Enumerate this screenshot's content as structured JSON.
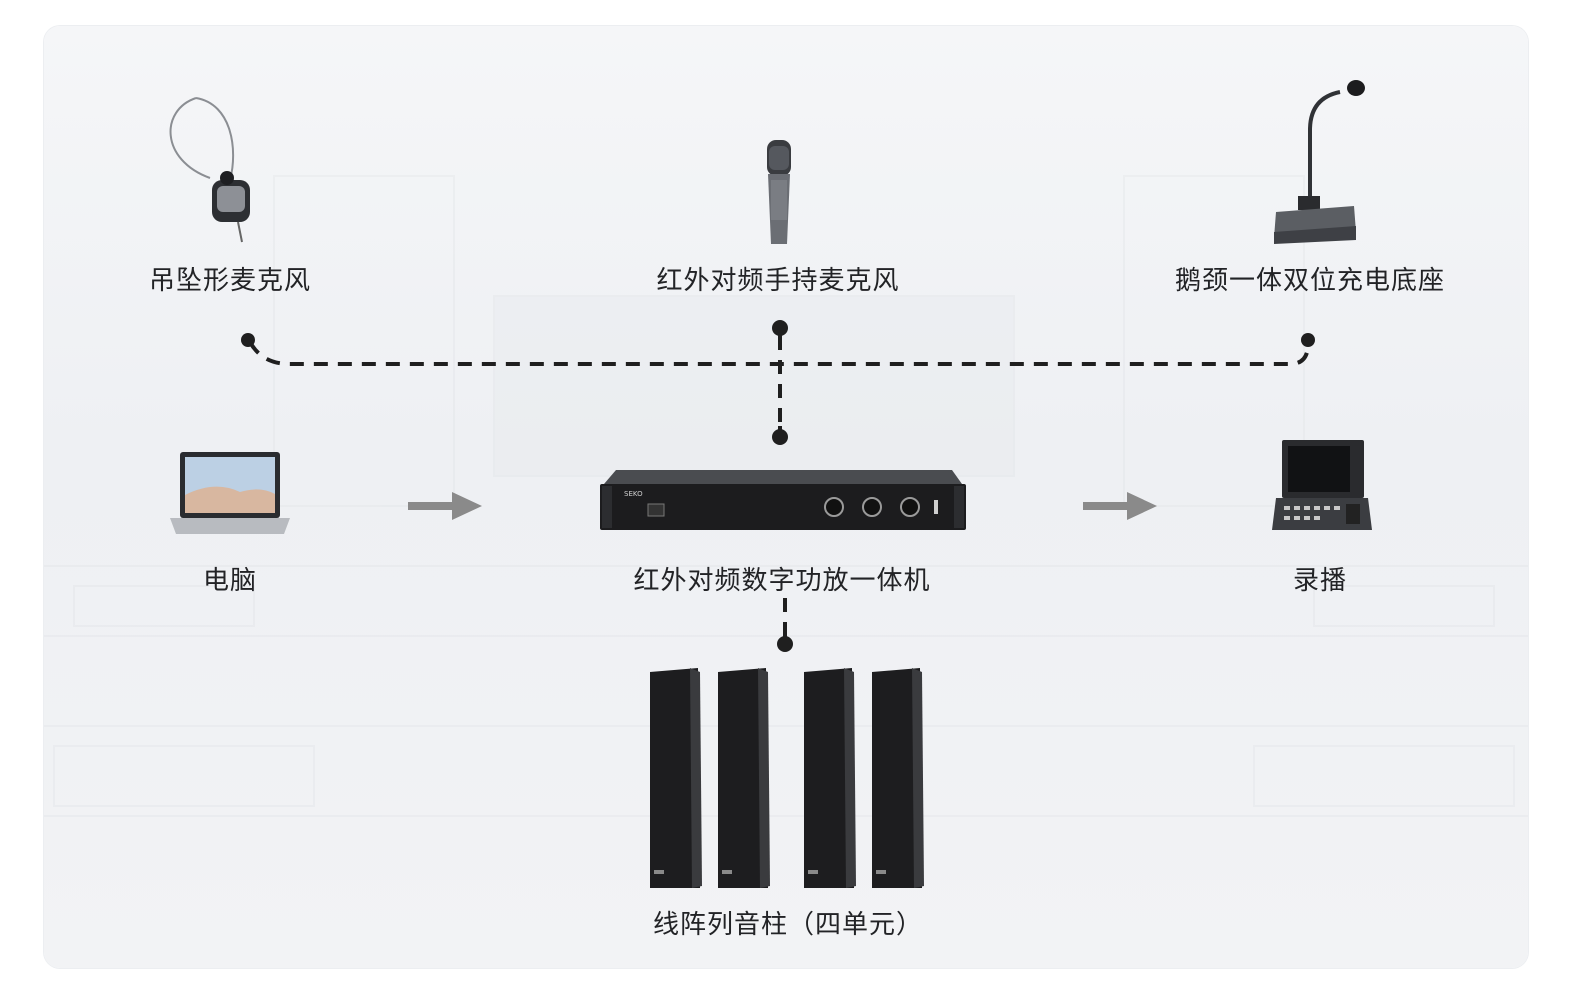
{
  "diagram": {
    "nodes": {
      "pendant_mic": {
        "label": "吊坠形麦克风"
      },
      "handheld_mic": {
        "label": "红外对频手持麦克风"
      },
      "gooseneck_dock": {
        "label": "鹅颈一体双位充电底座"
      },
      "computer": {
        "label": "电脑"
      },
      "amplifier": {
        "label": "红外对频数字功放一体机",
        "brand": "SEKO"
      },
      "recorder": {
        "label": "录播"
      },
      "speakers": {
        "label": "线阵列音柱（四单元）"
      }
    },
    "colors": {
      "line": "#1f1f1f",
      "arrow": "#8a8a8a",
      "device_dark": "#1c1c1e"
    }
  }
}
